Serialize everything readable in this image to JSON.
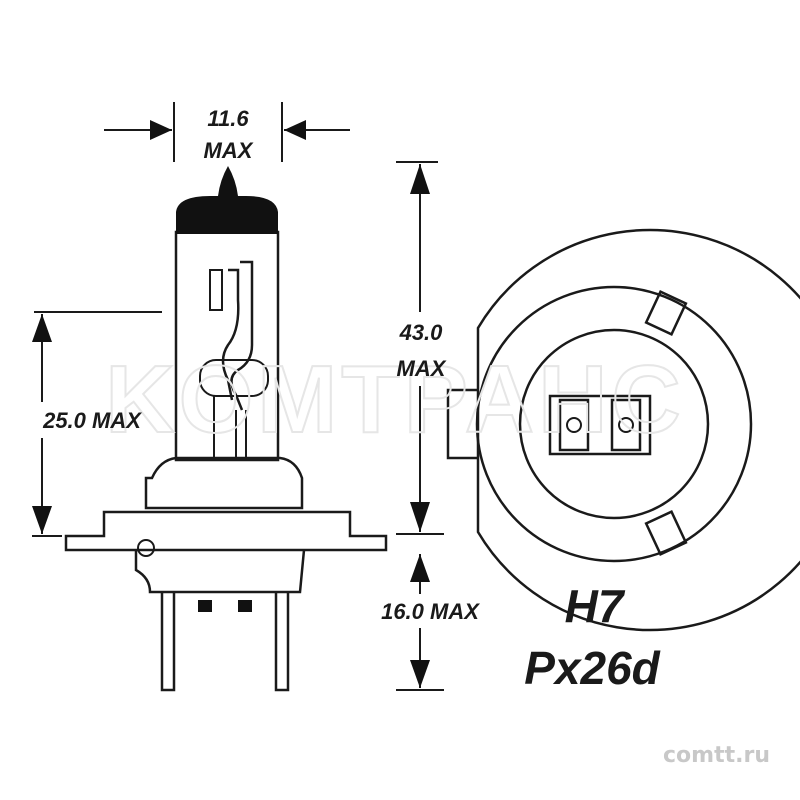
{
  "dimensions": {
    "width_value": "11.6",
    "width_suffix": "MAX",
    "height_light_center": "25.0 MAX",
    "height_total_value": "43.0",
    "height_total_suffix": "MAX",
    "height_base": "16.0 MAX"
  },
  "bulb": {
    "type": "H7",
    "base": "Px26d"
  },
  "watermark": {
    "text": "KOMTPAHC",
    "site": "comtt.ru"
  }
}
